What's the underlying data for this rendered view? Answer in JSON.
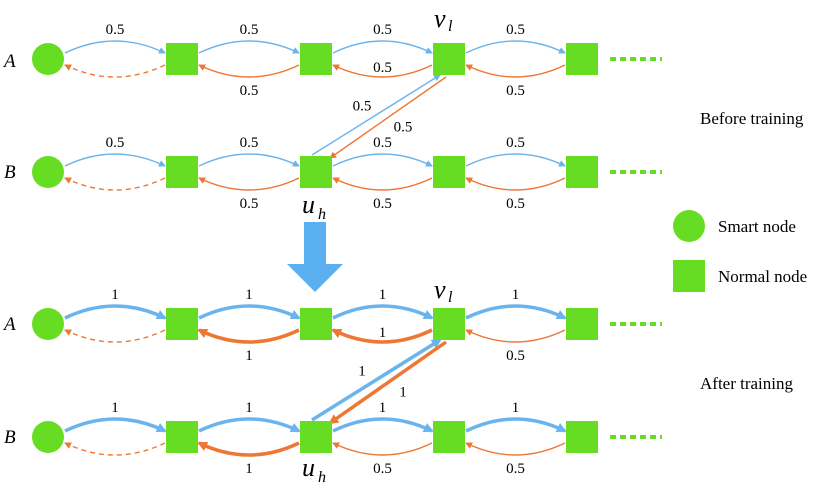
{
  "rows": {
    "a_top": "A",
    "b_top": "B",
    "a_bottom": "A",
    "b_bottom": "B"
  },
  "node_labels": {
    "v_letter": "v",
    "v_sub": "l",
    "u_letter": "u",
    "u_sub": "h"
  },
  "before": {
    "section_label": "Before training",
    "row_a": {
      "forward": [
        "0.5",
        "0.5",
        "0.5",
        "0.5"
      ],
      "backward": [
        "",
        "0.5",
        "0.5",
        "0.5"
      ]
    },
    "row_b": {
      "forward": [
        "0.5",
        "0.5",
        "0.5",
        "0.5"
      ],
      "backward": [
        "",
        "0.5",
        "0.5",
        "0.5"
      ]
    },
    "cross_up": "0.5",
    "cross_down": "0.5"
  },
  "after": {
    "section_label": "After training",
    "row_a": {
      "forward": [
        "1",
        "1",
        "1",
        "1"
      ],
      "backward": [
        "",
        "1",
        "1",
        "0.5"
      ]
    },
    "row_b": {
      "forward": [
        "1",
        "1",
        "1",
        "1"
      ],
      "backward": [
        "",
        "1",
        "0.5",
        "0.5"
      ]
    },
    "cross_up": "1",
    "cross_down": "1"
  },
  "legend": {
    "smart_node": "Smart node",
    "normal_node": "Normal node"
  },
  "colors": {
    "node": "#66dd22",
    "forward": "#6ab4ee",
    "backward": "#ee7733",
    "arrow_down": "#5ab0f0"
  }
}
